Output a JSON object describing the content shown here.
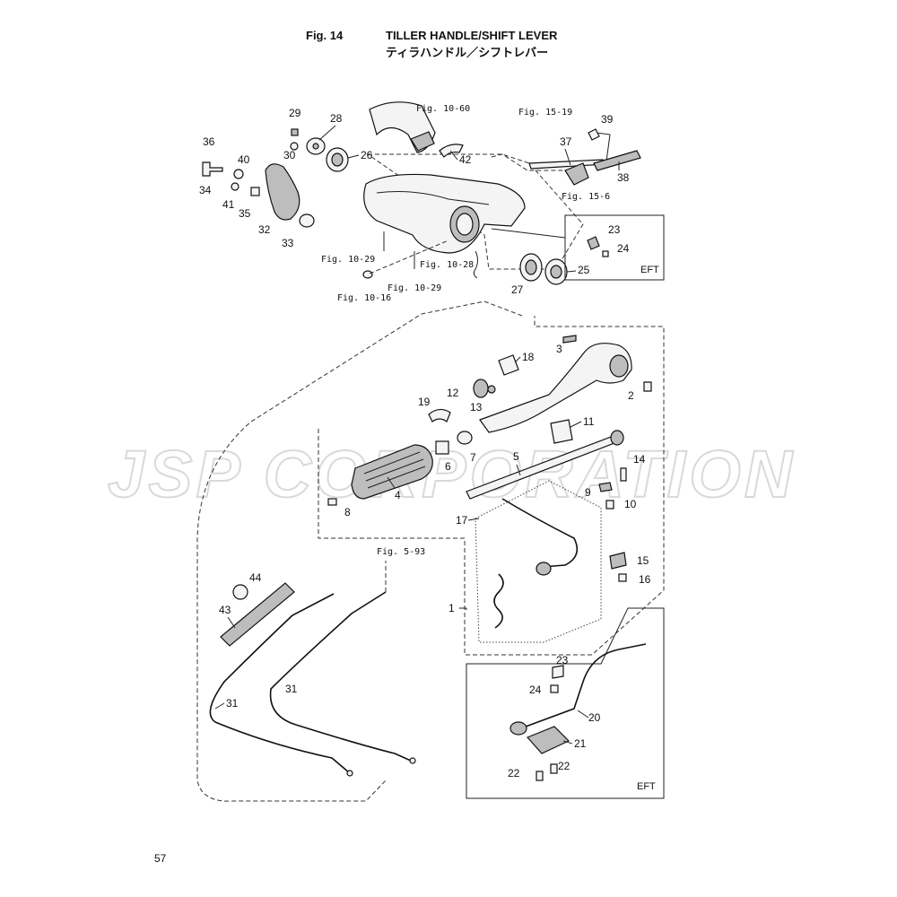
{
  "header": {
    "fig_number": "Fig. 14",
    "title_en": "TILLER HANDLE/SHIFT LEVER",
    "title_jp": "ティラハンドル／シフトレバー"
  },
  "watermark": {
    "text": "JSP CORPORATION"
  },
  "page_number": "57",
  "fig_refs": [
    "Fig. 10-60",
    "Fig. 15-19",
    "Fig. 15-6",
    "Fig. 10-29",
    "Fig. 10-28",
    "Fig. 10-29",
    "Fig. 10-16",
    "Fig. 5-93"
  ],
  "eft_labels": [
    "EFT",
    "EFT"
  ],
  "callouts": [
    "29",
    "28",
    "26",
    "36",
    "40",
    "30",
    "34",
    "41",
    "35",
    "32",
    "33",
    "42",
    "39",
    "37",
    "38",
    "23",
    "24",
    "25",
    "27",
    "3",
    "18",
    "2",
    "12",
    "13",
    "19",
    "11",
    "6",
    "7",
    "5",
    "14",
    "4",
    "8",
    "9",
    "10",
    "17",
    "15",
    "16",
    "1",
    "44",
    "43",
    "31",
    "31",
    "23",
    "24",
    "20",
    "21",
    "22",
    "22"
  ],
  "colors": {
    "ink": "#111111",
    "paper": "#ffffff",
    "watermark": "#d9d9d9"
  }
}
